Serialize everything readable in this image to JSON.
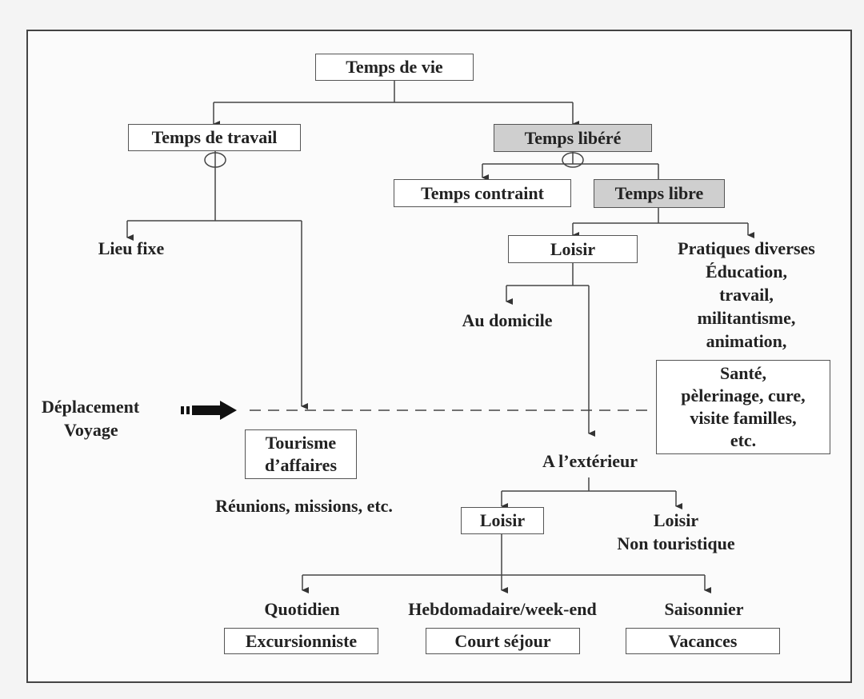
{
  "nodes": {
    "temps_de_vie": "Temps de vie",
    "temps_de_travail": "Temps de travail",
    "temps_libere": "Temps libéré",
    "temps_contraint": "Temps contraint",
    "temps_libre": "Temps libre",
    "lieu_fixe": "Lieu fixe",
    "loisir_1": "Loisir",
    "pratiques_diverses": [
      "Pratiques diverses",
      "Éducation,",
      "travail,",
      "militantisme,",
      "animation,"
    ],
    "au_domicile": "Au domicile",
    "sante": [
      "Santé,",
      "pèlerinage, cure,",
      "visite familles,",
      "etc."
    ],
    "deplacement": [
      "Déplacement",
      "Voyage"
    ],
    "tourisme_affaires": [
      "Tourisme",
      "d’affaires"
    ],
    "reunions": "Réunions, missions, etc.",
    "a_exterieur": "A l’extérieur",
    "loisir_2": "Loisir",
    "loisir_non_touristique": [
      "Loisir",
      "Non touristique"
    ],
    "quotidien": "Quotidien",
    "hebdomadaire": "Hebdomadaire/week-end",
    "saisonnier": "Saisonnier",
    "excursionniste": "Excursionniste",
    "court_sejour": "Court séjour",
    "vacances": "Vacances"
  },
  "colors": {
    "shaded_box": "#cfcfcf",
    "line": "#444444"
  }
}
